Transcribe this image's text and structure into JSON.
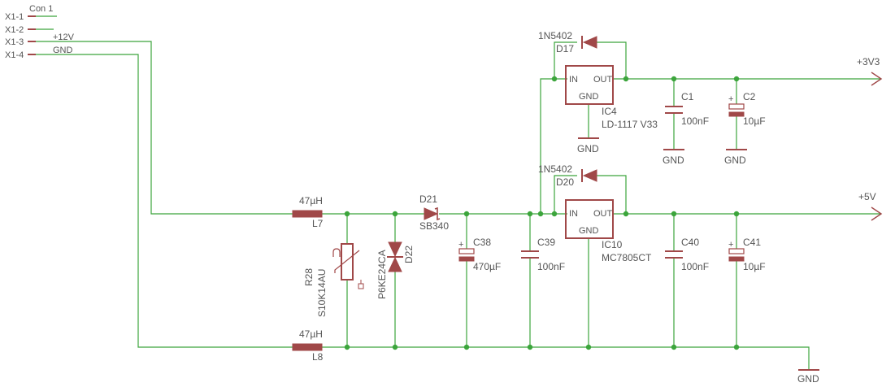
{
  "connector": {
    "name": "Con 1",
    "pins": [
      "X1-1",
      "X1-2",
      "X1-3",
      "X1-4"
    ],
    "net_12v": "+12V",
    "net_gnd": "GND"
  },
  "L7": {
    "value": "47µH",
    "name": "L7"
  },
  "L8": {
    "value": "47µH",
    "name": "L8"
  },
  "R28": {
    "name": "R28",
    "value": "S10K14AU",
    "mark": "U"
  },
  "D22": {
    "name": "D22",
    "value": "P6KE24CA"
  },
  "D21": {
    "name": "D21",
    "value": "SB340"
  },
  "C38": {
    "name": "C38",
    "value": "470µF",
    "plus": "+"
  },
  "C39": {
    "name": "C39",
    "value": "100nF"
  },
  "D17": {
    "name": "D17",
    "value": "1N5402"
  },
  "D20": {
    "name": "D20",
    "value": "1N5402"
  },
  "IC4": {
    "name": "IC4",
    "value": "LD-1117 V33",
    "pin_in": "IN",
    "pin_out": "OUT",
    "pin_gnd": "GND"
  },
  "IC10": {
    "name": "IC10",
    "value": "MC7805CT",
    "pin_in": "IN",
    "pin_out": "OUT",
    "pin_gnd": "GND"
  },
  "C1": {
    "name": "C1",
    "value": "100nF"
  },
  "C2": {
    "name": "C2",
    "value": "10µF",
    "plus": "+"
  },
  "C40": {
    "name": "C40",
    "value": "100nF"
  },
  "C41": {
    "name": "C41",
    "value": "10µF",
    "plus": "+"
  },
  "nets": {
    "v33": "+3V3",
    "v5": "+5V",
    "gnd": "GND"
  },
  "colors": {
    "wire": "#3ca53c",
    "part": "#a04848",
    "text": "#555555"
  }
}
